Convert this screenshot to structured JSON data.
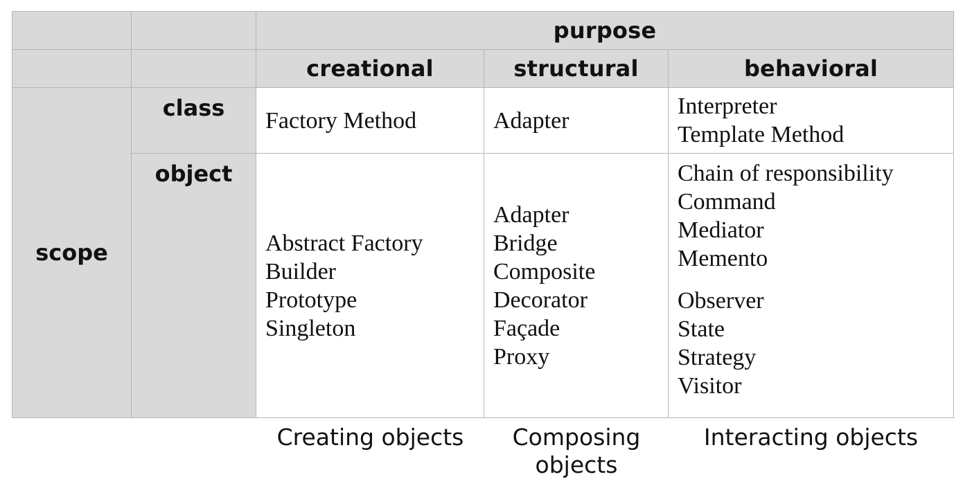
{
  "table": {
    "purpose_label": "purpose",
    "columns": [
      "creational",
      "structural",
      "behavioral"
    ],
    "scope_label": "scope",
    "rows": [
      {
        "label": "class",
        "creational": [
          "Factory Method"
        ],
        "structural": [
          "Adapter"
        ],
        "behavioral": [
          "Interpreter",
          "Template Method"
        ]
      },
      {
        "label": "object",
        "creational": [
          "Abstract Factory",
          "Builder",
          "Prototype",
          "Singleton"
        ],
        "structural": [
          "Adapter",
          "Bridge",
          "Composite",
          "Decorator",
          "Façade",
          "Proxy"
        ],
        "behavioral": [
          "Chain of responsibility",
          "Command",
          "Mediator",
          "Memento",
          "Observer",
          "State",
          "Strategy",
          "Visitor"
        ]
      }
    ]
  },
  "captions": {
    "creational": "Creating objects",
    "structural_line1": "Composing",
    "structural_line2": "objects",
    "behavioral": "Interacting objects"
  }
}
